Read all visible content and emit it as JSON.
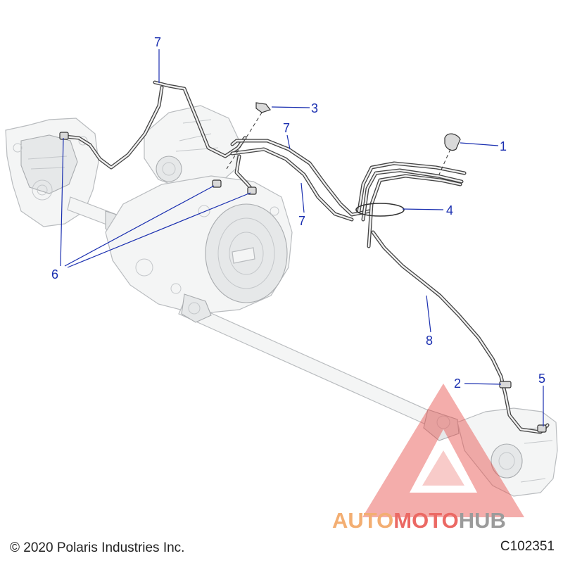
{
  "callouts": [
    {
      "id": "c1",
      "label": "1"
    },
    {
      "id": "c2",
      "label": "2"
    },
    {
      "id": "c3",
      "label": "3"
    },
    {
      "id": "c4",
      "label": "4"
    },
    {
      "id": "c5",
      "label": "5"
    },
    {
      "id": "c6",
      "label": "6"
    },
    {
      "id": "c7a",
      "label": "7"
    },
    {
      "id": "c7b",
      "label": "7"
    },
    {
      "id": "c7c",
      "label": "7"
    },
    {
      "id": "c8",
      "label": "8"
    }
  ],
  "footer": {
    "copyright": "© 2020 Polaris Industries Inc.",
    "diagram_id": "C102351"
  },
  "watermark": {
    "word_part1": "AUTO",
    "word_part2": "MOTO",
    "word_part3": "HUB",
    "color_orange": "#f2a05a",
    "color_red": "#e8504a",
    "color_gray": "#8a8a8a"
  },
  "colors": {
    "callout": "#1a2fb0",
    "hose": "#444444"
  }
}
